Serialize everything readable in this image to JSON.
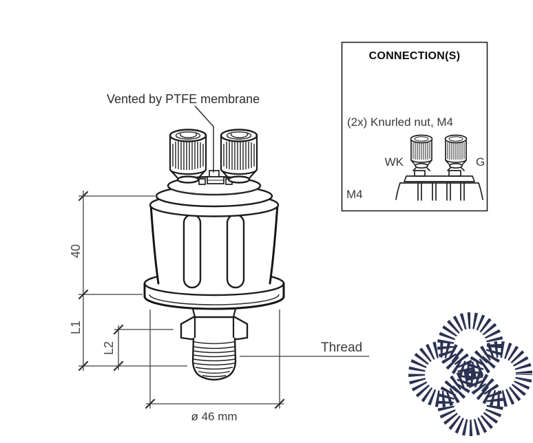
{
  "colors": {
    "background": "#ffffff",
    "ink": "#1c1c1c",
    "dimension_lines": "#3e3e3e",
    "label_text": "#3a3a3a",
    "logo_navy": "#2b3252"
  },
  "main_drawing": {
    "vent_label": "Vented by PTFE membrane",
    "dim_40": "40",
    "dim_l1": "L1",
    "dim_l2": "L2",
    "dim_diameter": "ø 46 mm",
    "thread_label": "Thread"
  },
  "connections_panel": {
    "title": "CONNECTION(S)",
    "note": "(2x) Knurled nut, M4",
    "terminal_wk": "WK",
    "terminal_g": "G",
    "thread_size": "M4"
  },
  "logo": {
    "icon": "knot-logo",
    "color": "#2b3252"
  }
}
